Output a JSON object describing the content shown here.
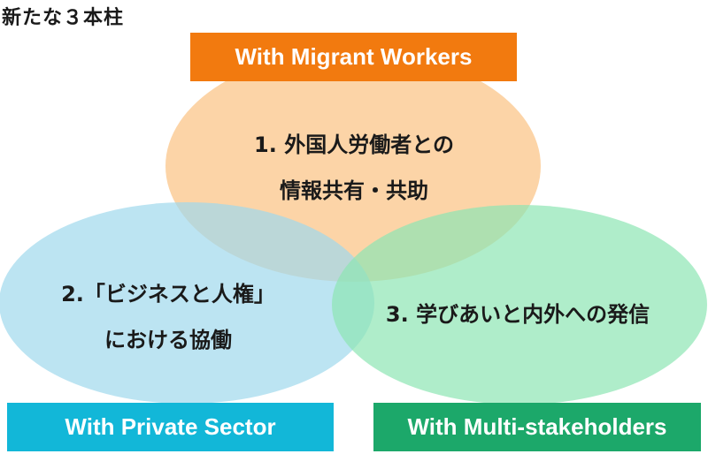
{
  "page": {
    "title": "新たな３本柱"
  },
  "colors": {
    "circle_orange": "#fbc589",
    "circle_blue": "#9fd8ec",
    "circle_green": "#8de6b4",
    "box_orange": "#f27a0f",
    "box_blue": "#12b7d8",
    "box_green": "#1ca86a"
  },
  "pillars": [
    {
      "label": "With Migrant Workers",
      "text_line1": "1. 外国人労働者との",
      "text_line2": "情報共有・共助"
    },
    {
      "label": "With Private Sector",
      "text_line1": "2.「ビジネスと人権」",
      "text_line2": "における協働"
    },
    {
      "label": "With Multi-stakeholders",
      "text_line1": "3. 学びあいと内外への発信",
      "text_line2": ""
    }
  ]
}
